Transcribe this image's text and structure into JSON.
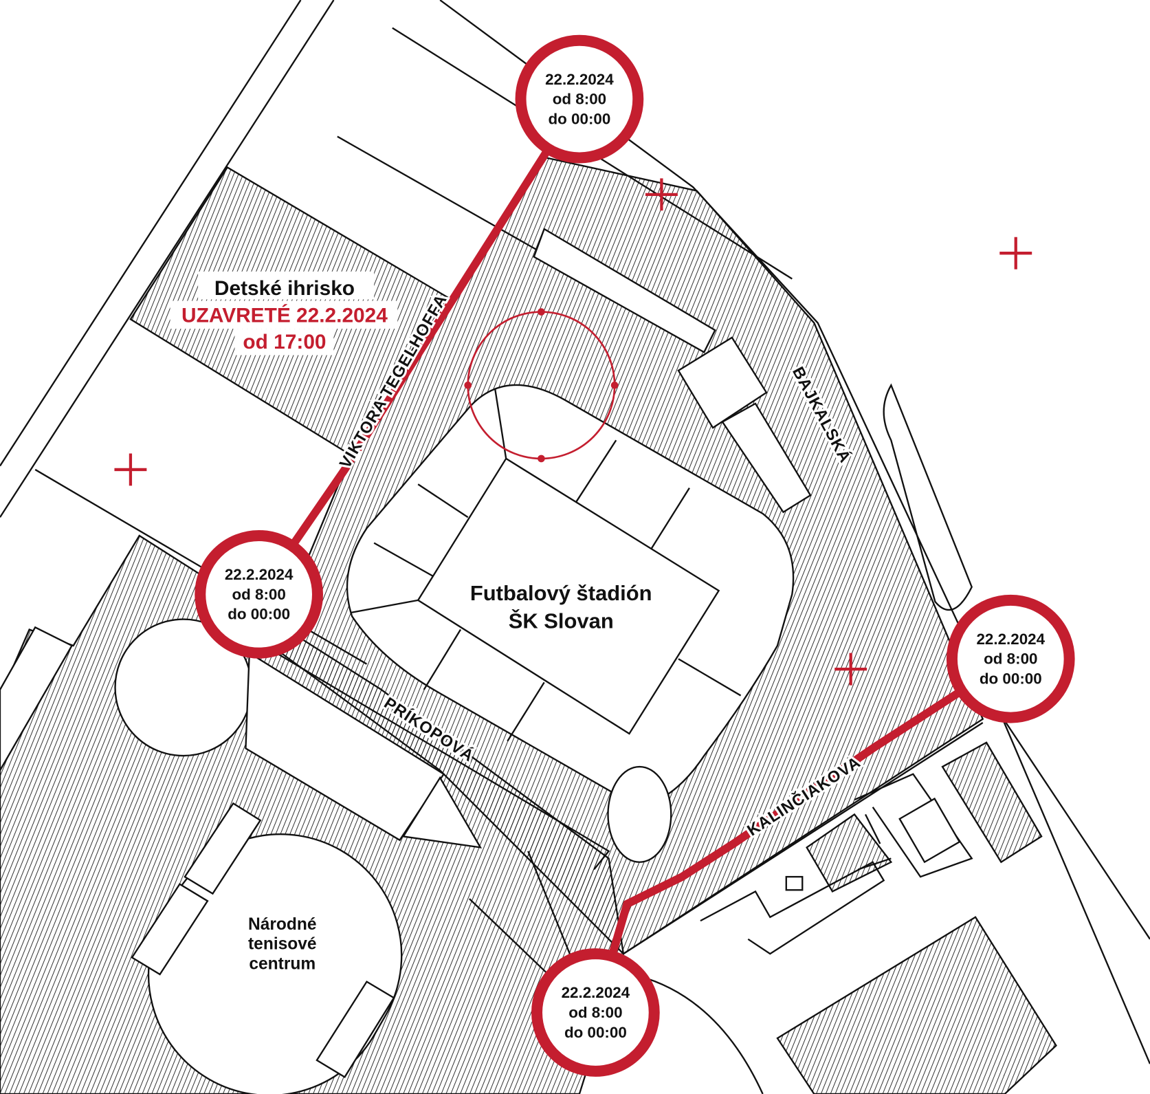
{
  "colors": {
    "accent": "#c41e2f",
    "line": "#111111",
    "background": "#ffffff"
  },
  "places": {
    "playground": {
      "name": "Detské ihrisko",
      "closed": "UZAVRETÉ 22.2.2024",
      "time": "od 17:00"
    },
    "stadium": {
      "line1": "Futbalový štadión",
      "line2": "ŠK Slovan"
    },
    "tennis": {
      "line1": "Národné",
      "line2": "tenisové",
      "line3": "centrum"
    }
  },
  "streets": {
    "tegelhoffa": "VIKTORA TEGELHOFFA",
    "bajkalska": "BAJKALSKÁ",
    "prikopova": "PRÍKOPOVÁ",
    "kalinciakova": "KALINČIAKOVA"
  },
  "closures": [
    {
      "date": "22.2.2024",
      "from": "od 8:00",
      "to": "do 00:00"
    },
    {
      "date": "22.2.2024",
      "from": "od 8:00",
      "to": "do 00:00"
    },
    {
      "date": "22.2.2024",
      "from": "od 8:00",
      "to": "do 00:00"
    },
    {
      "date": "22.2.2024",
      "from": "od 8:00",
      "to": "do 00:00"
    }
  ],
  "icons": {
    "cross": "red-plus-marker",
    "closure": "closure-circle"
  }
}
